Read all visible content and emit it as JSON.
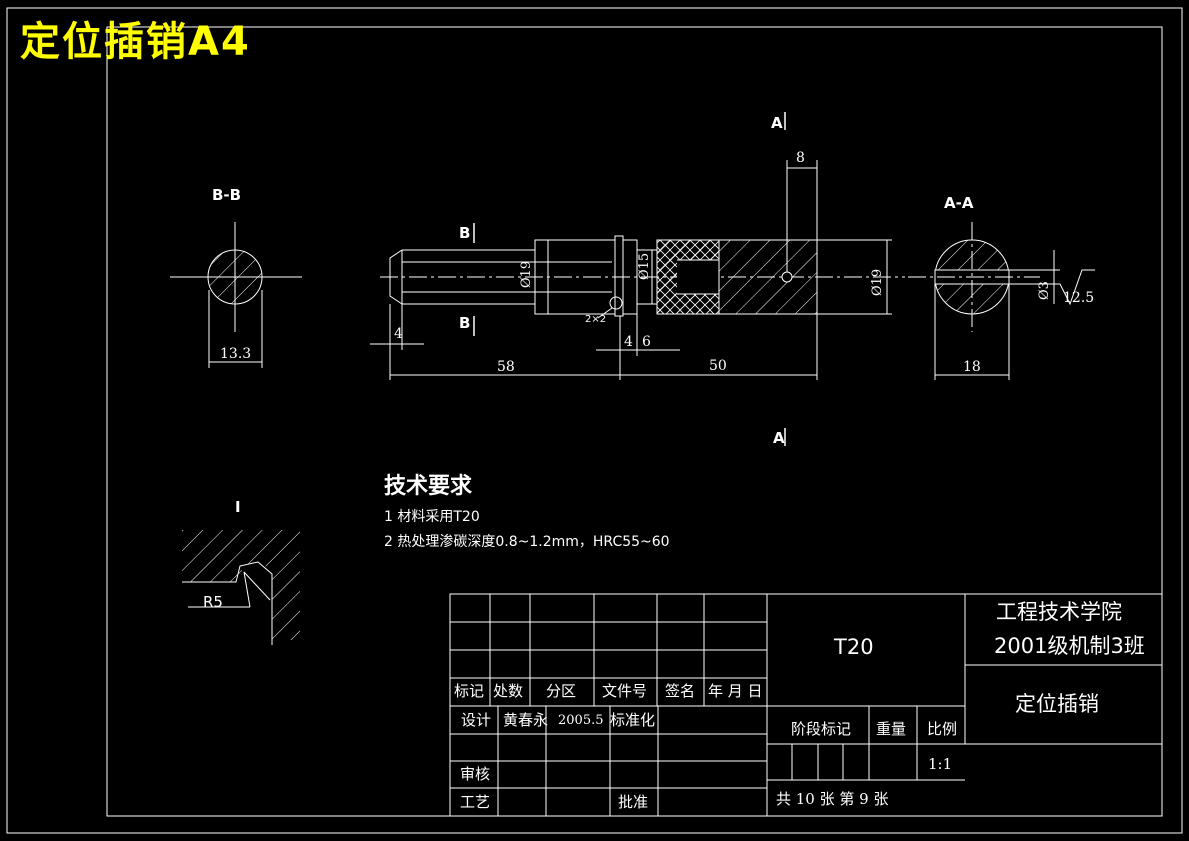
{
  "title": "定位插销A4",
  "section_labels": {
    "bb_title": "B-B",
    "aa_title": "A-A",
    "b_top": "B",
    "b_bottom": "B",
    "a_top": "A",
    "a_bottom": "A",
    "detail": "I"
  },
  "dimensions": {
    "bb_width": "13.3",
    "len_4_left": "4",
    "len_58": "58",
    "len_50": "50",
    "len_4_mid": "4",
    "len_6": "6",
    "len_8": "8",
    "chamfer": "2×2",
    "dia_19_left": "Ø19",
    "dia_15": "Ø15",
    "dia_19_right": "Ø19",
    "aa_width": "18",
    "aa_dia_3": "Ø3",
    "roughness": "12.5",
    "radius": "R5"
  },
  "tech": {
    "heading": "技术要求",
    "item1": "1  材料采用T20",
    "item2": "2  热处理渗碳深度0.8~1.2mm，HRC55~60"
  },
  "title_block": {
    "h_mark": "标记",
    "h_count": "处数",
    "h_zone": "分区",
    "h_docno": "文件号",
    "h_sign": "签名",
    "h_date": "年 月 日",
    "design": "设计",
    "designer": "黄春永",
    "design_date": "2005.5",
    "standardize": "标准化",
    "review": "审核",
    "process": "工艺",
    "approve": "批准",
    "material": "T20",
    "stage_mark": "阶段标记",
    "weight": "重量",
    "scale": "比例",
    "scale_value": "1:1",
    "sheets": "共   10   张   第   9   张",
    "school_line1": "工程技术学院",
    "school_line2": "2001级机制3班",
    "part_name": "定位插销"
  }
}
